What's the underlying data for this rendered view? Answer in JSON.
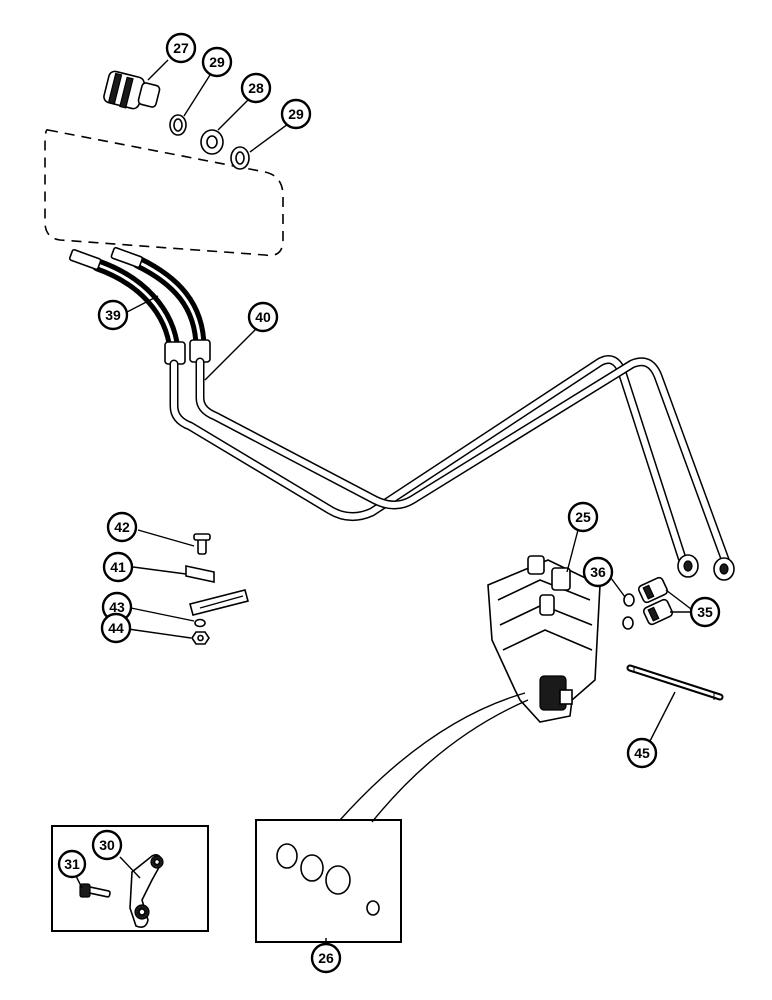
{
  "diagram": {
    "callouts": [
      {
        "id": "c27",
        "label": "27"
      },
      {
        "id": "c29a",
        "label": "29"
      },
      {
        "id": "c28",
        "label": "28"
      },
      {
        "id": "c29b",
        "label": "29"
      },
      {
        "id": "c39",
        "label": "39"
      },
      {
        "id": "c40",
        "label": "40"
      },
      {
        "id": "c42",
        "label": "42"
      },
      {
        "id": "c41",
        "label": "41"
      },
      {
        "id": "c43",
        "label": "43"
      },
      {
        "id": "c44",
        "label": "44"
      },
      {
        "id": "c25",
        "label": "25"
      },
      {
        "id": "c36",
        "label": "36"
      },
      {
        "id": "c35",
        "label": "35"
      },
      {
        "id": "c45",
        "label": "45"
      },
      {
        "id": "c30",
        "label": "30"
      },
      {
        "id": "c31",
        "label": "31"
      },
      {
        "id": "c26",
        "label": "26"
      }
    ]
  }
}
